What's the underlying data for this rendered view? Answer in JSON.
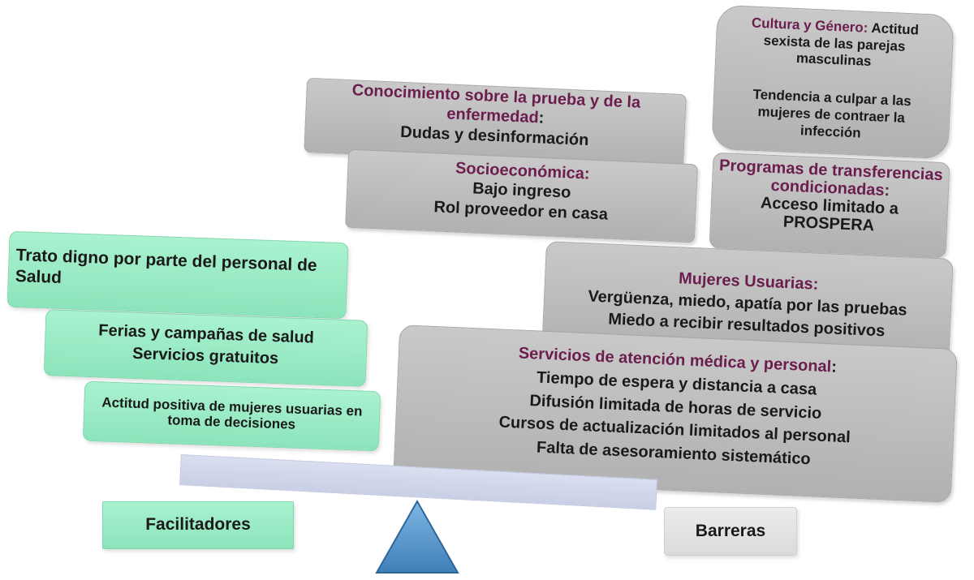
{
  "barriers": {
    "cultura": {
      "heading": "Cultura y Género:",
      "text1": "Actitud sexista de las parejas masculinas",
      "text2": "Tendencia a culpar a las mujeres de contraer la infección"
    },
    "conocimiento": {
      "heading": "Conocimiento sobre la prueba y de la enfermedad",
      "colon": ":",
      "lines": [
        "Dudas y desinformación"
      ]
    },
    "socioeconomica": {
      "heading": "Socioeconómica:",
      "lines": [
        "Bajo ingreso",
        "Rol proveedor en casa"
      ]
    },
    "programas": {
      "heading": "Programas de transferencias condicionadas:",
      "lines": [
        "Acceso limitado a",
        "PROSPERA"
      ]
    },
    "mujeres": {
      "heading": "Mujeres Usuarias:",
      "lines": [
        "Vergüenza, miedo, apatía por las pruebas",
        "Miedo a recibir resultados positivos"
      ]
    },
    "servicios": {
      "heading": "Servicios de atención médica y personal",
      "colon": ":",
      "lines": [
        "Tiempo de espera y distancia a casa",
        "Difusión  limitada de horas de servicio",
        "Cursos de actualización limitados al personal",
        "Falta de asesoramiento sistemático"
      ]
    }
  },
  "facilitators": {
    "trato": "Trato digno por parte del personal de Salud",
    "ferias": [
      "Ferias y campañas de salud",
      "Servicios gratuitos"
    ],
    "actitud": "Actitud positiva de mujeres usuarias en toma de decisiones"
  },
  "labels": {
    "facilitadores": "Facilitadores",
    "barreras": "Barreras"
  },
  "colors": {
    "barrier_box": "#bdbdbd",
    "facilitator_box": "#9aebc5",
    "heading_text": "#6b1e4e",
    "beam": "#d0d6ea",
    "fulcrum": "#5b9bd5"
  }
}
